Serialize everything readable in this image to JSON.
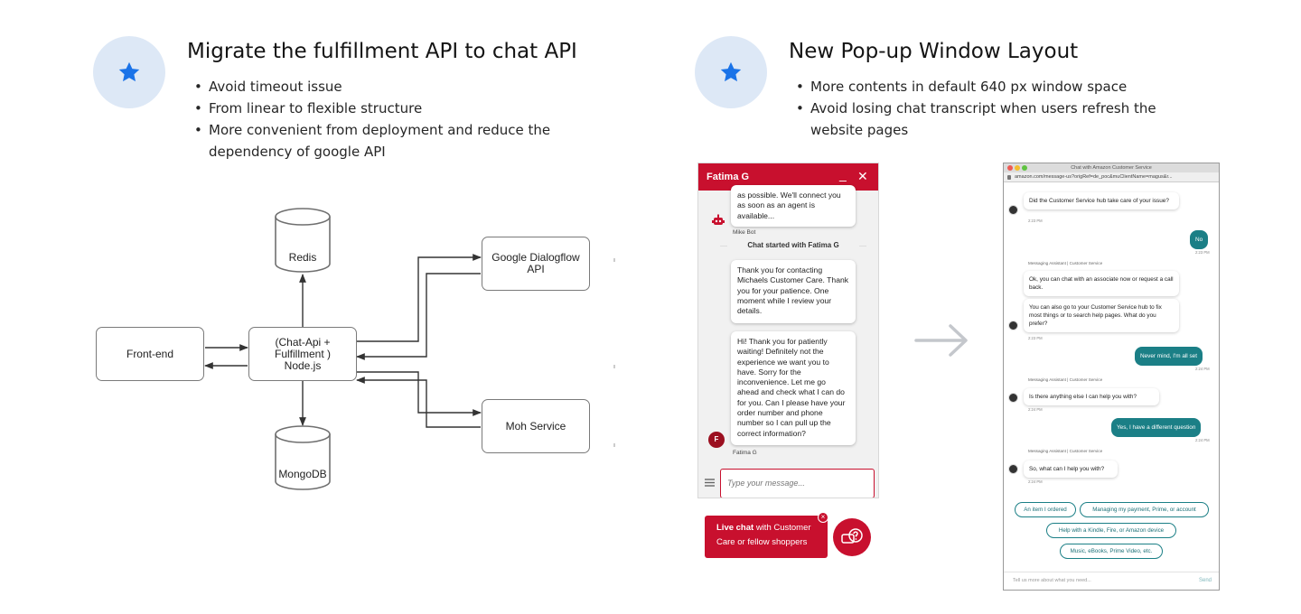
{
  "left_section": {
    "title": "Migrate the fulfillment API to chat API",
    "bullets": [
      "Avoid timeout issue",
      "From linear to flexible structure",
      "More convenient from deployment and reduce the dependency of google API"
    ]
  },
  "right_section": {
    "title": "New Pop-up Window Layout",
    "bullets": [
      "More contents in default 640 px window space",
      "Avoid losing chat transcript when users refresh the website pages"
    ]
  },
  "diagram": {
    "nodes": {
      "redis": "Redis",
      "frontend": "Front-end",
      "chat_api": "(Chat-Api + Fulfillment ) Node.js",
      "dialogflow": "Google Dialogflow API",
      "mongodb": "MongoDB",
      "moh": "Moh Service"
    }
  },
  "old_chat": {
    "agent_name": "Fatima G",
    "minimize_icon": "minimize-icon",
    "close_icon": "close-icon",
    "bot_msg": "as possible. We'll connect you as soon as an agent is available...",
    "bot_name": "Mike Bot",
    "system_msg": "Chat started with Fatima G",
    "agent_msg_1": "Thank you for contacting Michaels Customer Care. Thank you for your patience. One moment while I review your details.",
    "agent_msg_2": "Hi! Thank you for patiently waiting! Definitely not the experience we want you to have. Sorry for the inconvenience. Let me go ahead and check what I can do for you. Can I please have your order number and phone number so I can pull up the correct information?",
    "agent_avatar": "F",
    "agent_label": "Fatima G",
    "input_placeholder": "Type your message...",
    "promo_bold": "Live chat",
    "promo_rest_1": " with Customer",
    "promo_line_2": "Care or fellow shoppers",
    "promo_close": "×"
  },
  "arrow_icon": "right-arrow-icon",
  "new_chat": {
    "window_title": "Chat with Amazon Customer Service",
    "url": "amazon.com/message-us?origRef=de_poc&muClientName=magus&r...",
    "messages": {
      "m1": "Did the Customer Service hub take care of your issue?",
      "t1": "2:23 PM",
      "u1": "No",
      "ut1": "2:23 PM",
      "who1": "Messaging Assistant | Customer Service",
      "m2": "Ok, you can chat with an associate now or request a call back.",
      "m3": "You can also go to your Customer Service hub to fix most things or to search help pages. What do you prefer?",
      "t2": "2:23 PM",
      "u2": "Never mind, I'm all set",
      "ut2": "2:24 PM",
      "who2": "Messaging Assistant | Customer Service",
      "m4": "Is there anything else I can help you with?",
      "t3": "2:24 PM",
      "u3": "Yes, I have a different question",
      "ut3": "2:24 PM",
      "who3": "Messaging Assistant | Customer Service",
      "m5": "So, what can I help you with?",
      "t4": "2:24 PM"
    },
    "chips": [
      "An item I ordered",
      "Managing my payment, Prime, or account",
      "Help with a Kindle, Fire, or Amazon device",
      "Music, eBooks, Prime Video, etc."
    ],
    "input_placeholder": "Tell us more about what you need...",
    "send_label": "Send"
  },
  "colors": {
    "badge_bg": "#dde8f6",
    "star": "#1a73e8",
    "chat_red": "#c8102e",
    "teal": "#1b7f86"
  }
}
